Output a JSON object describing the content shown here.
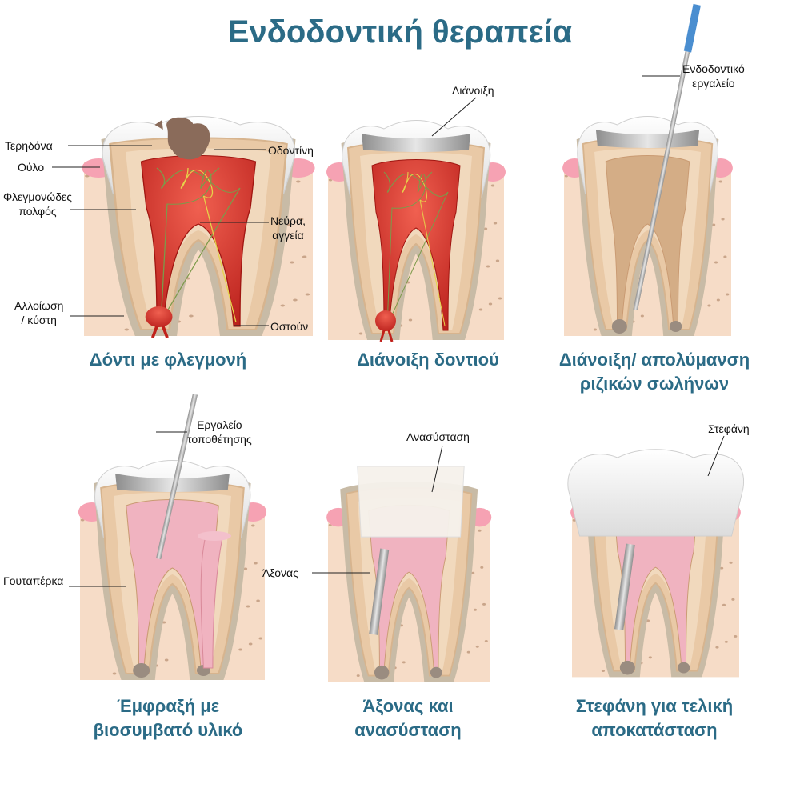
{
  "title": "Ενδοδοντική θεραπεία",
  "colors": {
    "title": "#2b6b86",
    "pulp_inflamed": "#d8332a",
    "filling": "#f0b3c0",
    "gum": "#f6a2b3",
    "bone": "#f6dcc7"
  },
  "panels": [
    {
      "caption": [
        "Δόντι με φλεγμονή"
      ],
      "labels": {
        "caries": "Τερηδόνα",
        "gum": "Ούλο",
        "pulp": [
          "Φλεγμονώδες",
          "πολφός"
        ],
        "lesion": [
          "Αλλοίωση",
          "/ κύστη"
        ],
        "dentin": "Οδοντίνη",
        "nerves": [
          "Νεύρα,",
          "αγγεία"
        ],
        "bone": "Οστούν"
      }
    },
    {
      "caption": [
        "Διάνοιξη δοντιού"
      ],
      "labels": {
        "opening": "Διάνοιξη"
      }
    },
    {
      "caption": [
        "Διάνοιξη/ απολύμανση",
        "ριζικών σωλήνων"
      ],
      "labels": {
        "instrument": [
          "Ενδοδοντικό",
          "εργαλείο"
        ]
      }
    },
    {
      "caption": [
        "Έμφραξή με",
        "βιοσυμβατό υλικό"
      ],
      "labels": {
        "instrument": [
          "Εργαλείο",
          "τοποθέτησης"
        ],
        "gutta": "Γουταπέρκα"
      }
    },
    {
      "caption": [
        "Άξονας και",
        "ανασύσταση"
      ],
      "labels": {
        "restoration": "Ανασύσταση",
        "post": "Άξονας"
      }
    },
    {
      "caption": [
        "Στεφάνη για τελική",
        "αποκατάσταση"
      ],
      "labels": {
        "crown": "Στεφάνη"
      }
    }
  ]
}
